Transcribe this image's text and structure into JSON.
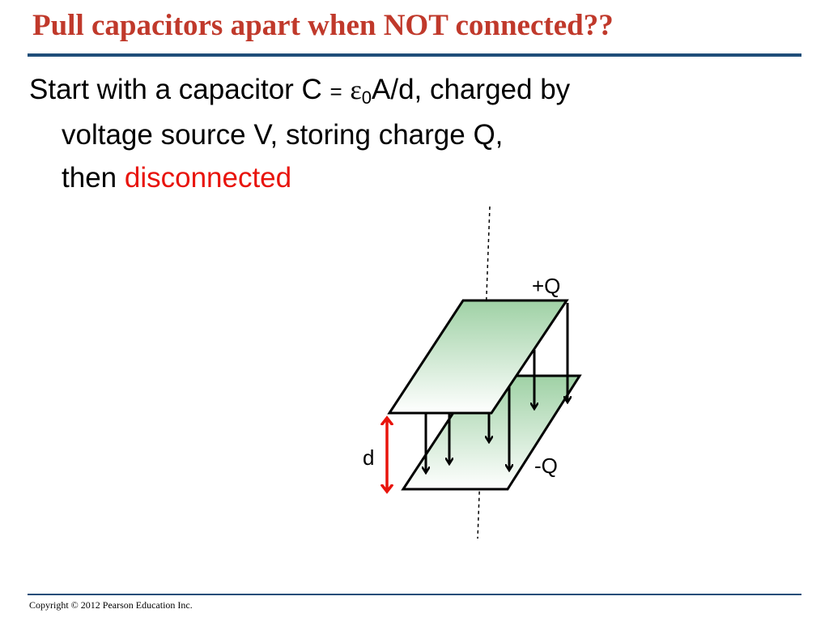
{
  "title": "Pull capacitors apart when NOT connected??",
  "bullet": {
    "l1_start": "Start with a capacitor C ",
    "l1_eq": "=",
    "l1_eps": "ε",
    "l1_sub": "0",
    "l1_end": "A/d, charged by",
    "l2": "voltage source V, storing charge Q,",
    "l3_then": "then ",
    "l3_red": "disconnected",
    "red_color": "#e8140c"
  },
  "diagram": {
    "top_plate_label": "+Q",
    "bottom_plate_label": "-Q",
    "gap_label": "d",
    "plate_color": "#9fd1a5",
    "gap_arrow_color": "#e8140c",
    "field_arrow_icon": "down-arrow-icon"
  },
  "footer": {
    "copyright": "Copyright © 2012 Pearson Education Inc."
  }
}
